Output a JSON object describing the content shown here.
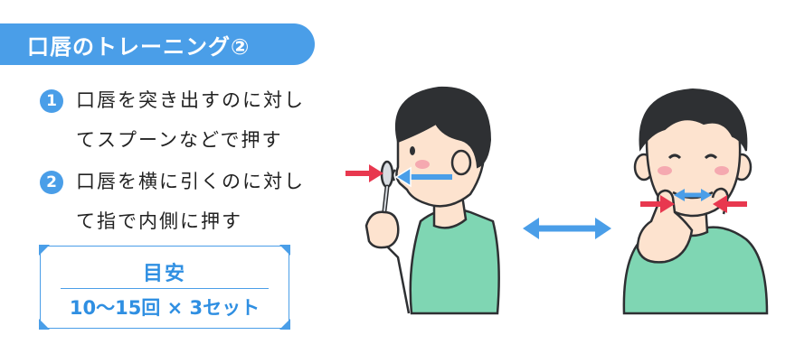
{
  "title": "口唇のトレーニング②",
  "steps": [
    {
      "number": "1",
      "text": "口唇を突き出すのに対してスプーンなどで押す"
    },
    {
      "number": "2",
      "text": "口唇を横に引くのに対して指で内側に押す"
    }
  ],
  "guideline": {
    "heading": "目安",
    "reps": "10〜15回 × 3セット"
  },
  "colors": {
    "accent": "#4a9ee8",
    "push_arrow": "#e8384f",
    "lip_arrow": "#4a9ee8",
    "shirt": "#7fd6b3",
    "hair": "#2e3033",
    "skin": "#fde3cf"
  },
  "icons": {
    "left_illustration": "boy-spoon-lip-exercise",
    "center_arrow": "double-arrow-icon",
    "right_illustration": "boy-finger-lip-exercise"
  }
}
